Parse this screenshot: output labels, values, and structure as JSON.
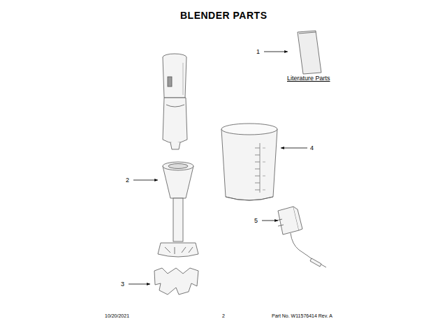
{
  "diagram": {
    "title": "BLENDER PARTS",
    "labels": [
      "1",
      "Literature Parts",
      "2",
      "4",
      "5",
      "3",
      "10/20/2021",
      "2",
      "Part No. W11576414 Rev. A"
    ]
  }
}
